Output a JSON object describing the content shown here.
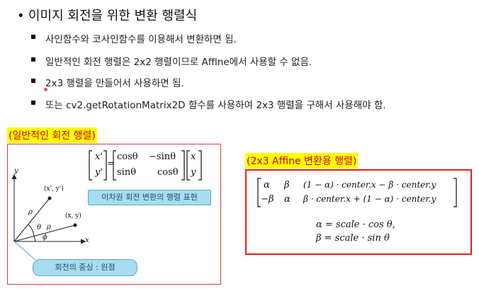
{
  "heading": "이미지 회전을 위한 변환 행렬식",
  "bullets": [
    "사인함수와 코사인함수를 이용해서 변환하면 됨.",
    "일반적인 회전 행렬은 2x2 행렬이므로 Affine에서 사용할 수 없음.",
    "2x3 행렬을 만들어서 사용하면 됨.",
    "또는 cv2.getRotationMatrix2D 함수를 사용하여 2x3 행렬을 구해서 사용해야 함."
  ],
  "left_panel": {
    "label": "(일반적인 회전 행렬)",
    "caption": "이차원 회전 변환의 행렬 표현",
    "center_note": "회전의 중심 : 원점",
    "matrix": {
      "lhs": [
        "x'",
        "y'"
      ],
      "eq": "=",
      "rot": [
        "cosθ",
        "−sinθ",
        "sinθ",
        "cosθ"
      ],
      "rhs": [
        "x",
        "y"
      ]
    },
    "diagram": {
      "axis_x": "x",
      "axis_y": "y",
      "point_rot": "(x', y')",
      "point_orig": "(x, y)",
      "rho1": "ρ",
      "rho2": "ρ",
      "theta": "θ",
      "phi": "ϕ"
    }
  },
  "right_panel": {
    "label": "(2x3 Affine 변환용 행렬)",
    "matrix_rows": [
      [
        "α",
        "β",
        "(1 − α) · center.x − β · center.y"
      ],
      [
        "−β",
        "α",
        "β · center.x + (1 − α) · center.y"
      ]
    ],
    "alpha_eq": "α = scale · cos θ,",
    "beta_eq": "β = scale · sin θ"
  },
  "colors": {
    "highlight": "#ffff00",
    "label_text": "#cc0000",
    "box_border": "#e02020",
    "caption_bg": "#a8dcef"
  }
}
